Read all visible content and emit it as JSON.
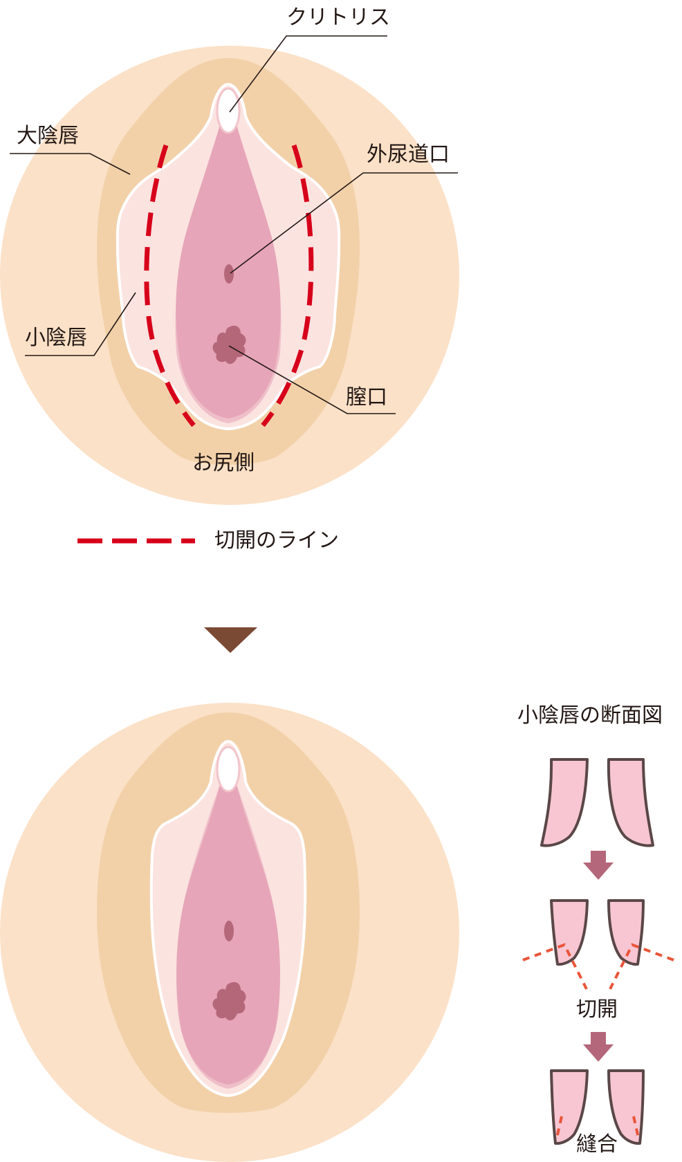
{
  "top_diagram": {
    "labels": {
      "clitoris": "クリトリス",
      "labia_majora": "大陰唇",
      "urethral_opening": "外尿道口",
      "labia_minora": "小陰唇",
      "vaginal_opening": "膣口",
      "anal_side": "お尻側"
    }
  },
  "legend": {
    "incision_line": "切開のライン"
  },
  "cross_section": {
    "title": "小陰唇の断面図",
    "incision_caption": "切開",
    "suture_caption": "縫合"
  },
  "colors": {
    "skin": "#fbe1c7",
    "labia_majora": "#f2d1a9",
    "labia_minora": "#fbe3e0",
    "vestibule": "#efbfc9",
    "inner": "#e6a5b8",
    "openings": "#b5677a",
    "incision_line": "#d7001a",
    "arrow_brown": "#7b4a35",
    "arrow_mauve": "#b4677a",
    "outline": "#5a4747",
    "incision_dashes": "#e9553a"
  }
}
